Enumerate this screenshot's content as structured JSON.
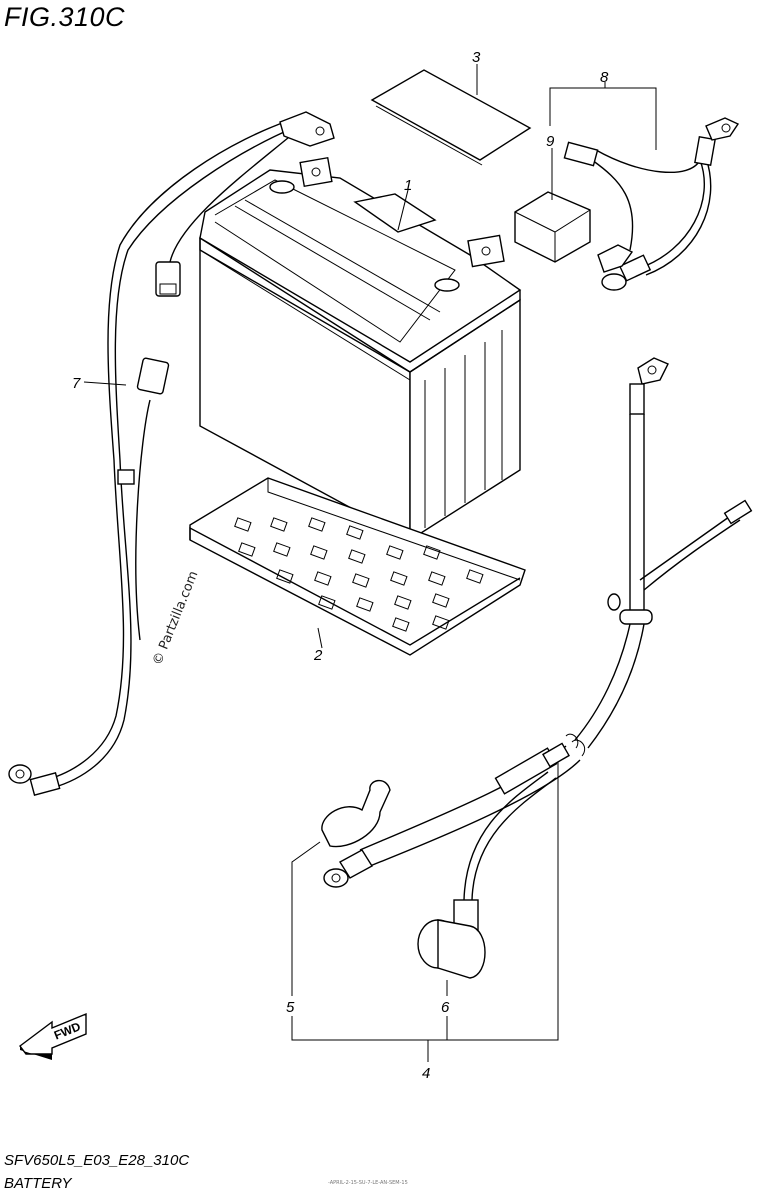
{
  "header": {
    "figure_title": "FIG.310C"
  },
  "footer": {
    "model_code": "SFV650L5_E03_E28_310C",
    "section_name": "BATTERY",
    "fine_print": "-APRIL-2-15-SU-7-LE-AN-SEM-15"
  },
  "watermark": "© Partzilla.com",
  "fwd_label": "FWD",
  "callouts": [
    {
      "id": "1",
      "part": "battery"
    },
    {
      "id": "2",
      "part": "battery-tray"
    },
    {
      "id": "3",
      "part": "battery-pad"
    },
    {
      "id": "4",
      "part": "battery-cable-assembly"
    },
    {
      "id": "5",
      "part": "negative-cable"
    },
    {
      "id": "6",
      "part": "terminal-cover"
    },
    {
      "id": "7",
      "part": "wiring-harness"
    },
    {
      "id": "8",
      "part": "positive-cable-assembly"
    },
    {
      "id": "9",
      "part": "positive-terminal-cover"
    }
  ]
}
